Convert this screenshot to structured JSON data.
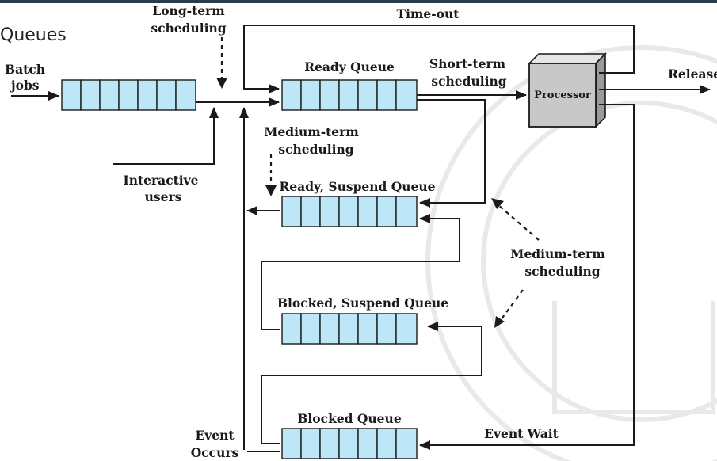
{
  "slide_title": "Queues",
  "labels": {
    "batch_jobs_1": "Batch",
    "batch_jobs_2": "jobs",
    "long_term_1": "Long-term",
    "long_term_2": "scheduling",
    "time_out": "Time-out",
    "ready_queue": "Ready Queue",
    "short_term_1": "Short-term",
    "short_term_2": "scheduling",
    "processor": "Processor",
    "release": "Release",
    "medium_term_top_1": "Medium-term",
    "medium_term_top_2": "scheduling",
    "interactive_1": "Interactive",
    "interactive_2": "users",
    "ready_suspend_queue": "Ready, Suspend Queue",
    "medium_term_right_1": "Medium-term",
    "medium_term_right_2": "scheduling",
    "blocked_suspend_queue": "Blocked, Suspend Queue",
    "blocked_queue": "Blocked Queue",
    "event_occurs_1": "Event",
    "event_occurs_2": "Occurs",
    "event_wait": "Event Wait"
  },
  "colors": {
    "queue_cell": "#bde6f7",
    "processor": "#c8c8c8",
    "line": "#1a1a1a",
    "header_bar": "#2a3c4a"
  }
}
